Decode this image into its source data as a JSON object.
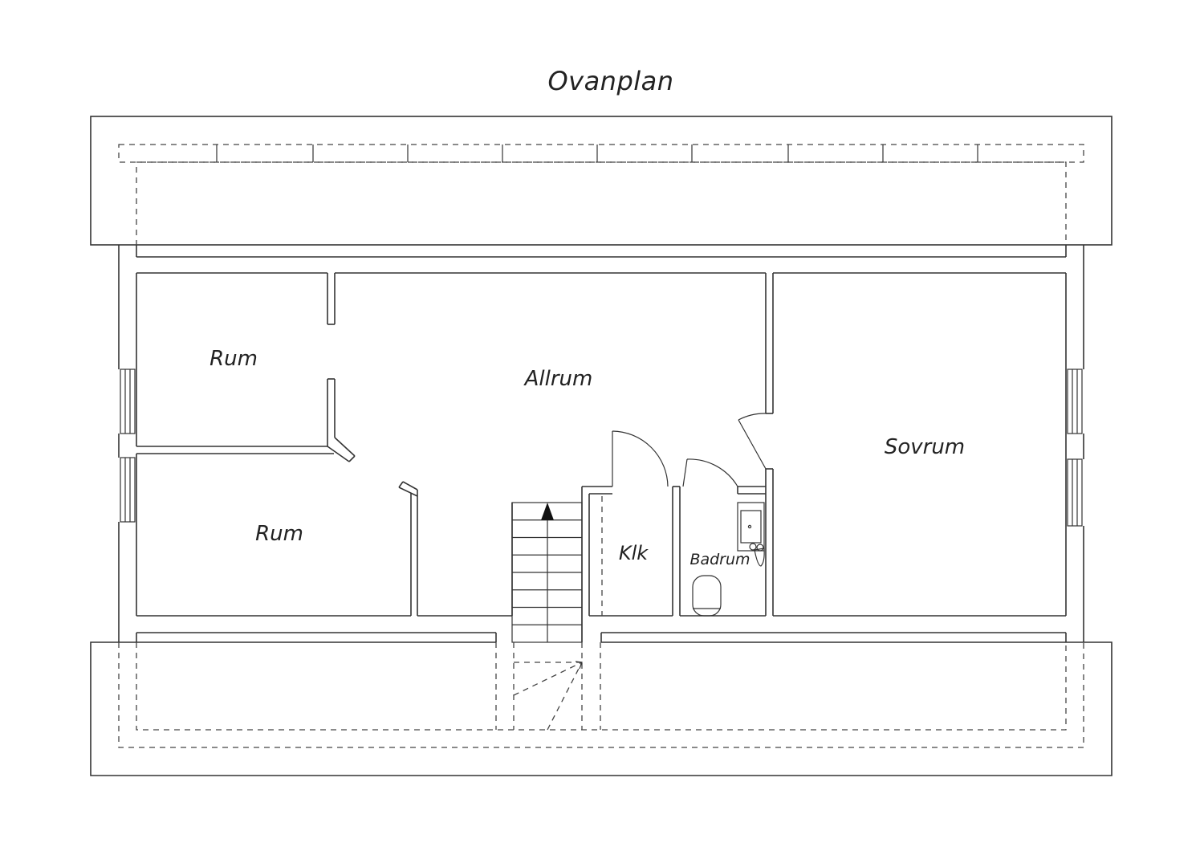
{
  "title": "Ovanplan",
  "rooms": {
    "rum_upper": "Rum",
    "rum_lower": "Rum",
    "allrum": "Allrum",
    "sovrum": "Sovrum",
    "klk": "Klk",
    "badrum": "Badrum"
  },
  "stair_steps": 8
}
